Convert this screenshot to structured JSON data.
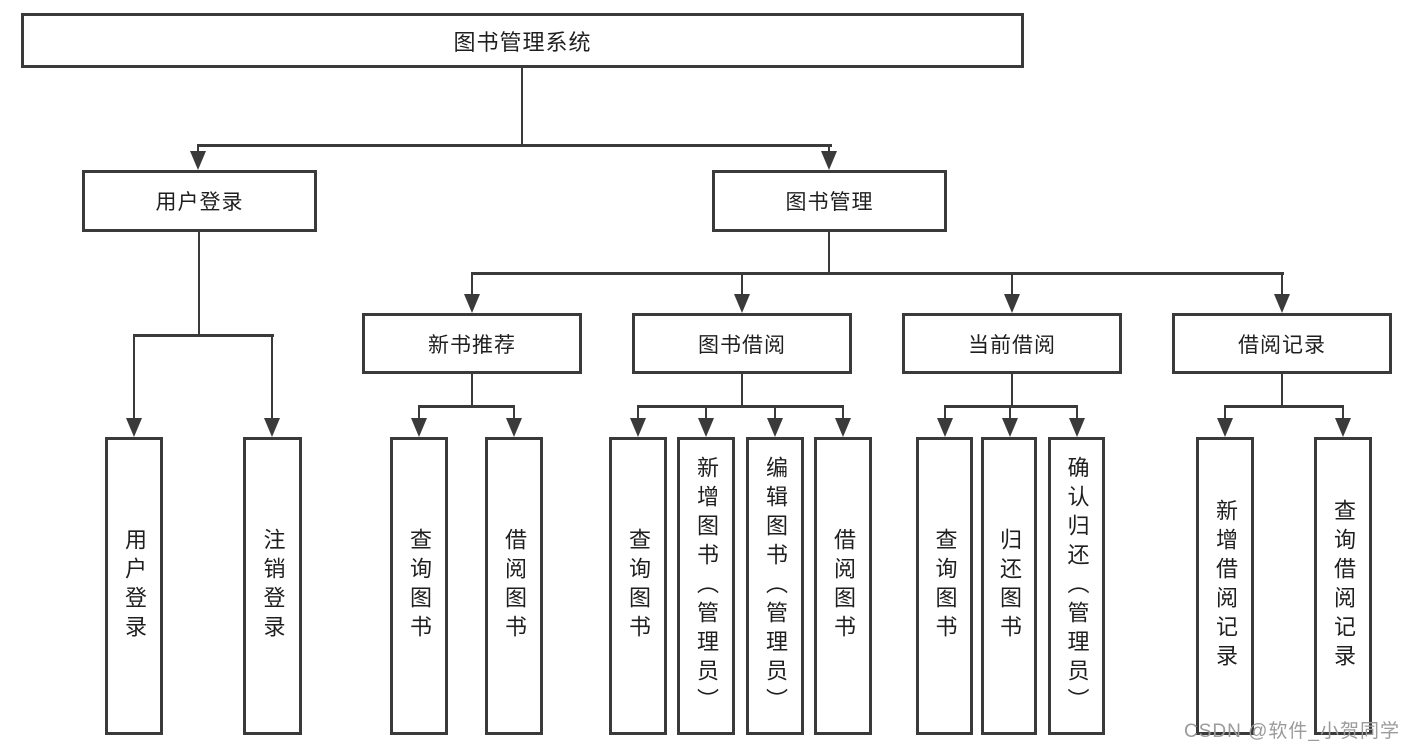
{
  "tree": {
    "root": {
      "label": "图书管理系统"
    },
    "branches": [
      {
        "label": "用户登录",
        "leaves": [
          {
            "label": "用户登录"
          },
          {
            "label": "注销登录"
          }
        ]
      },
      {
        "label": "图书管理",
        "groups": [
          {
            "label": "新书推荐",
            "leaves": [
              {
                "label": "查询图书"
              },
              {
                "label": "借阅图书"
              }
            ]
          },
          {
            "label": "图书借阅",
            "leaves": [
              {
                "label": "查询图书"
              },
              {
                "label": "新增图书（管理员）"
              },
              {
                "label": "编辑图书（管理员）"
              },
              {
                "label": "借阅图书"
              }
            ]
          },
          {
            "label": "当前借阅",
            "leaves": [
              {
                "label": "查询图书"
              },
              {
                "label": "归还图书"
              },
              {
                "label": "确认归还（管理员）"
              }
            ]
          },
          {
            "label": "借阅记录",
            "leaves": [
              {
                "label": "新增借阅记录"
              },
              {
                "label": "查询借阅记录"
              }
            ]
          }
        ]
      }
    ]
  },
  "watermark": "CSDN @软件_小贺同学",
  "colors": {
    "line": "#3a3a3a",
    "text": "#1f1f1f",
    "watermark": "#9b9b9b",
    "background": "#ffffff"
  }
}
